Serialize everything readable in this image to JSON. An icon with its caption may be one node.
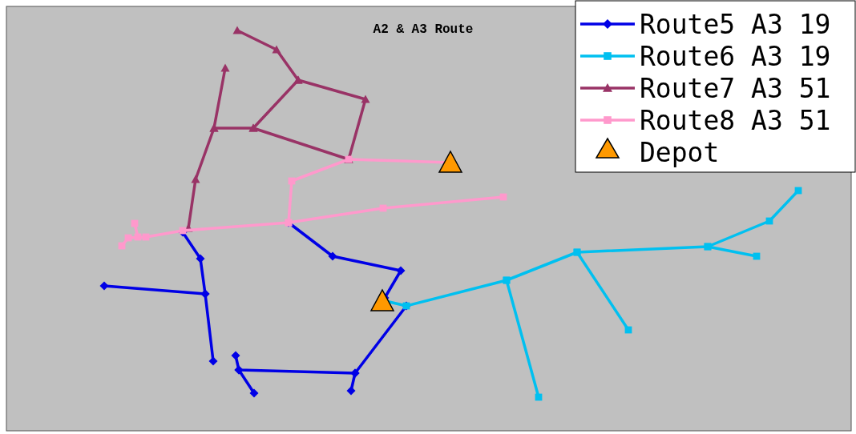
{
  "diagram": {
    "title": "A2 & A3 Route",
    "legend": [
      {
        "text": "Route5 A3 19"
      },
      {
        "text": "Route6 A3 19"
      },
      {
        "text": "Route7 A3 51"
      },
      {
        "text": "Route8 A3 51"
      },
      {
        "text": "Depot"
      }
    ]
  }
}
